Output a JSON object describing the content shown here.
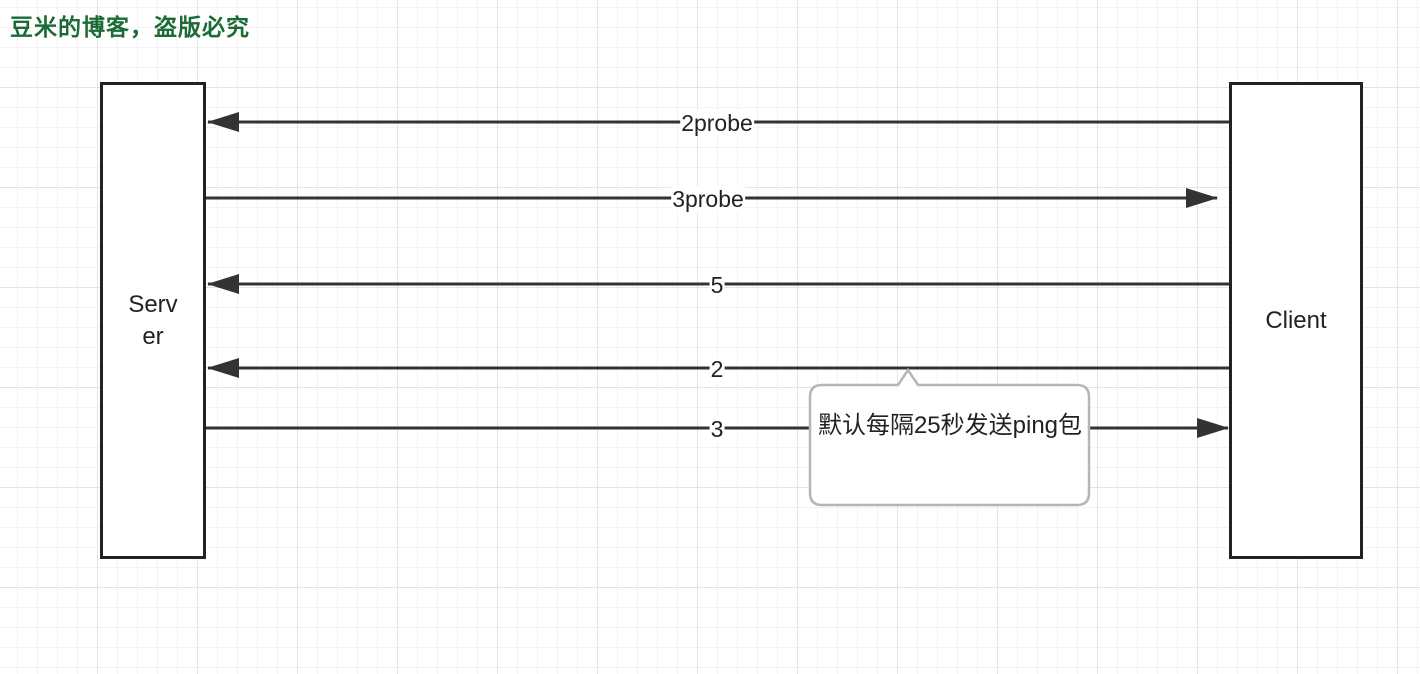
{
  "watermark": "豆米的博客，盗版必究",
  "participants": {
    "server": "Server",
    "client": "Client"
  },
  "messages": [
    {
      "label": "2probe",
      "from": "client",
      "to": "server"
    },
    {
      "label": "3probe",
      "from": "server",
      "to": "client"
    },
    {
      "label": "5",
      "from": "client",
      "to": "server"
    },
    {
      "label": "2",
      "from": "client",
      "to": "server"
    },
    {
      "label": "3",
      "from": "server",
      "to": "client"
    }
  ],
  "callout": {
    "text": "默认每隔25秒发送ping包"
  },
  "colors": {
    "line": "#333333",
    "watermark": "#1c6b35",
    "callout_border": "#b5b5b5"
  }
}
